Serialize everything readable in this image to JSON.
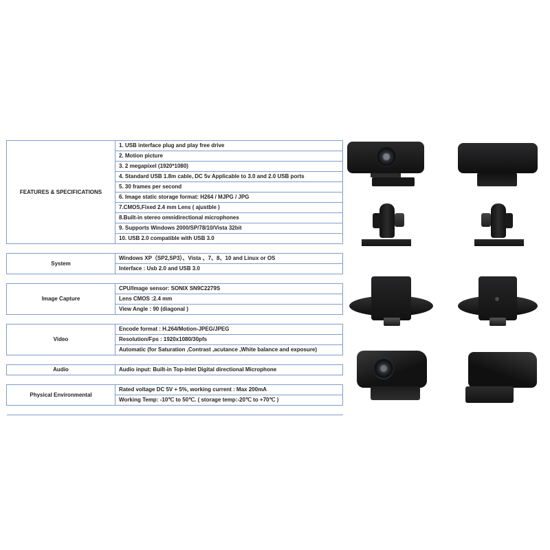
{
  "sections": [
    {
      "category": "FEATURES & SPECIFICATIONS",
      "rows": [
        "1. USB interface plug and play free drive",
        "2. Motion picture",
        "3.  2 megapixel (1920*1080)",
        "4. Standard USB 1.8m cable, DC 5v  Applicable to 3.0 and 2.0 USB ports",
        "5. 30 frames per second",
        "6. Image static storage format: H264 / MJPG / JPG",
        "7.CMOS,Fixed 2.4 mm Lens ( ajustble )",
        "8.Built-in stereo omnidirectional microphones",
        "9. Supports Windows 2000/SP/78/10/Vista 32bit",
        "10. USB 2.0 compatible with USB 3.0"
      ]
    },
    {
      "category": "System",
      "rows": [
        "Windows XP（SP2,SP3）、Vista 、7、8、10 and Linux or OS",
        "Interface : Usb 2.0 and USB 3.0"
      ]
    },
    {
      "category": "Image Capture",
      "rows": [
        "CPU/Image sensor: SONIX SN9C2279S",
        "Lens CMOS :2.4 mm",
        "View Angle : 90 (diagonal )"
      ]
    },
    {
      "category": "Video",
      "rows": [
        "Encode format : H.264/Motion-JPEG/JPEG",
        "Resolution/Fps : 1920x1080/30pfs",
        "Automatic (for Saturation ,Contrast ,acutance ,White balance and exposure)"
      ]
    },
    {
      "category": "Audio",
      "rows": [
        "Audio input: Built-in Top-Inlet Digital directional Microphone"
      ]
    },
    {
      "category": "Physical Environmental",
      "rows": [
        "Rated voltage DC 5V + 5%,  working current : Max 200mA",
        "Working Temp: -10℃ to  50℃.  ( storage temp:-20℃ to +70℃ )"
      ]
    }
  ],
  "images": [
    "webcam-front-view",
    "webcam-back-view",
    "webcam-left-side-view",
    "webcam-right-side-view",
    "webcam-bottom-view",
    "webcam-top-view",
    "webcam-front-angle-view",
    "webcam-back-angle-view"
  ],
  "colors": {
    "border": "#7f9bcc",
    "text": "#1e1e1e",
    "device": "#1c1c1e"
  }
}
